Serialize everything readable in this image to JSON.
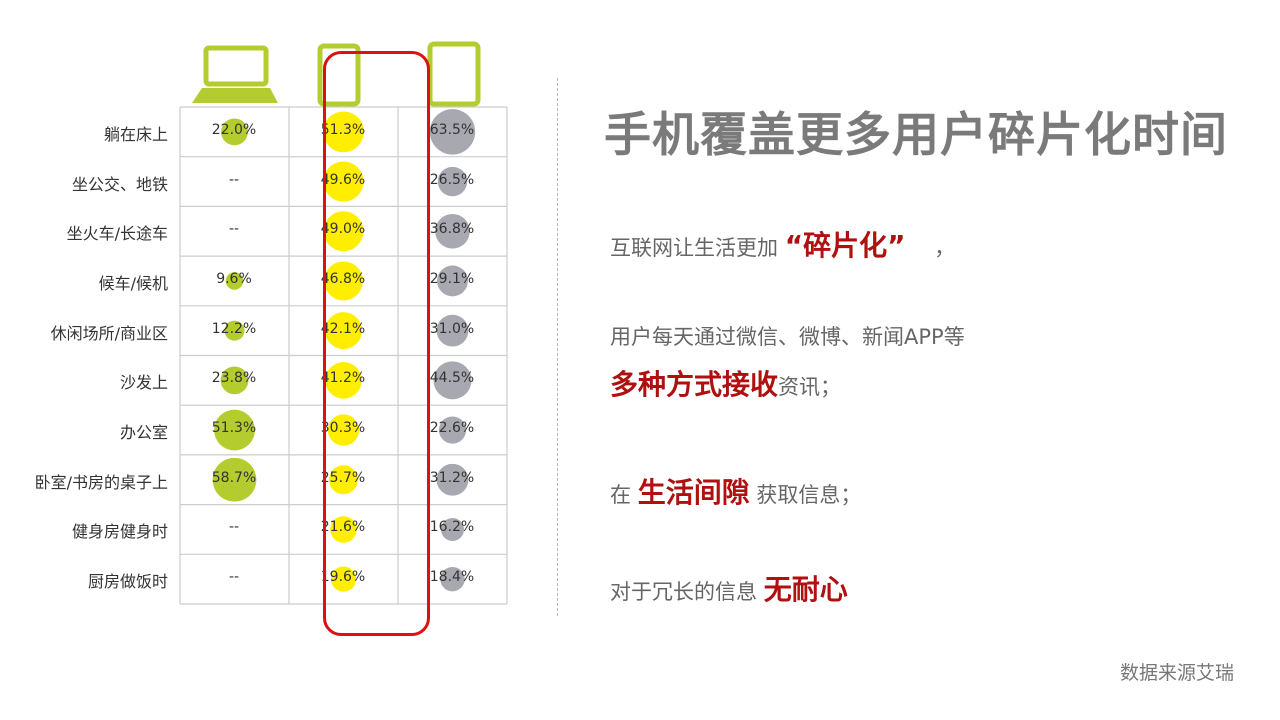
{
  "chart_data": {
    "type": "bubble_table",
    "columns": [
      {
        "name": "laptop",
        "icon": "laptop-icon",
        "color": "#b5cc2e"
      },
      {
        "name": "phone",
        "icon": "phone-icon",
        "color": "#ffee00"
      },
      {
        "name": "tablet",
        "icon": "tablet-icon",
        "color": "#a8a8b0"
      }
    ],
    "rows": [
      {
        "label": "躺在床上",
        "values": [
          22.0,
          51.3,
          63.5
        ],
        "texts": [
          "22.0%",
          "51.3%",
          "63.5%"
        ]
      },
      {
        "label": "坐公交、地铁",
        "values": [
          null,
          49.6,
          26.5
        ],
        "texts": [
          "--",
          "49.6%",
          "26.5%"
        ]
      },
      {
        "label": "坐火车/长途车",
        "values": [
          null,
          49.0,
          36.8
        ],
        "texts": [
          "--",
          "49.0%",
          "36.8%"
        ]
      },
      {
        "label": "候车/候机",
        "values": [
          9.6,
          46.8,
          29.1
        ],
        "texts": [
          "9.6%",
          "46.8%",
          "29.1%"
        ]
      },
      {
        "label": "休闲场所/商业区",
        "values": [
          12.2,
          42.1,
          31.0
        ],
        "texts": [
          "12.2%",
          "42.1%",
          "31.0%"
        ]
      },
      {
        "label": "沙发上",
        "values": [
          23.8,
          41.2,
          44.5
        ],
        "texts": [
          "23.8%",
          "41.2%",
          "44.5%"
        ]
      },
      {
        "label": "办公室",
        "values": [
          51.3,
          30.3,
          22.6
        ],
        "texts": [
          "51.3%",
          "30.3%",
          "22.6%"
        ]
      },
      {
        "label": "卧室/书房的桌子上",
        "values": [
          58.7,
          25.7,
          31.2
        ],
        "texts": [
          "58.7%",
          "25.7%",
          "31.2%"
        ]
      },
      {
        "label": "健身房健身时",
        "values": [
          null,
          21.6,
          16.2
        ],
        "texts": [
          "--",
          "21.6%",
          "16.2%"
        ]
      },
      {
        "label": "厨房做饭时",
        "values": [
          null,
          19.6,
          18.4
        ],
        "texts": [
          "--",
          "19.6%",
          "18.4%"
        ]
      }
    ],
    "highlight_column": "phone",
    "highlight_color": "#e01010"
  },
  "headline": "手机覆盖更多用户碎片化时间",
  "points": {
    "p1_text": "互联网让生活更加",
    "p1_em": "“碎片化”",
    "p1_tail": "，",
    "p2_line1": "用户每天通过微信、微博、新闻APP等",
    "p2_em": "多种方式接收",
    "p2_tail": "资讯；",
    "p3_pre": "在",
    "p3_em": "生活间隙",
    "p3_tail": "获取信息；",
    "p4_pre": "对于冗长的信息",
    "p4_em": "无耐心"
  },
  "source_note": "数据来源艾瑞",
  "colors": {
    "emphasis": "#b01010",
    "headline": "#7a7a7a",
    "grid": "#cccccc"
  }
}
